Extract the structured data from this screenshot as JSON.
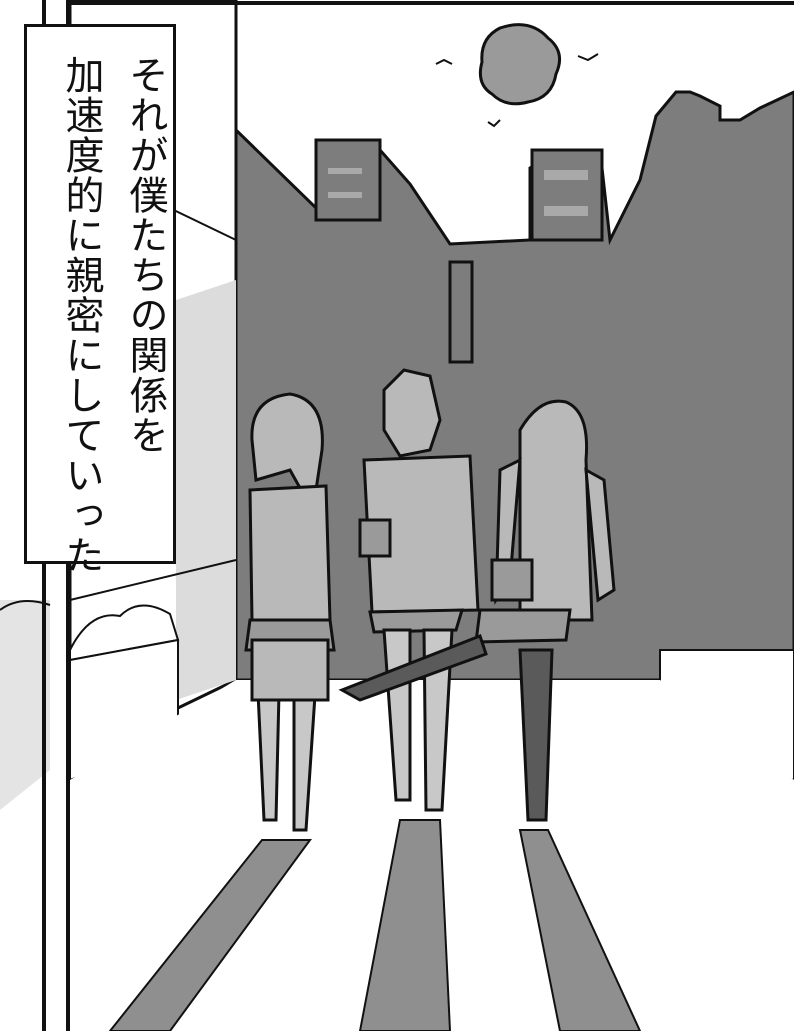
{
  "caption": {
    "lines": [
      "それが僕たちの関係を",
      "加速度的に親密にしていった"
    ]
  },
  "scene": {
    "characters": [
      "short-haired-girl",
      "boy",
      "twin-tail-girl"
    ],
    "colors": {
      "sky": "#ffffff",
      "buildings": "#7d7d7d",
      "buildings_light": "#a9a9a9",
      "figure_fill": "#b9b9b9",
      "figure_shadow": "#9a9a9a",
      "ink": "#111111",
      "road_shadow": "#8f8f8f"
    }
  }
}
